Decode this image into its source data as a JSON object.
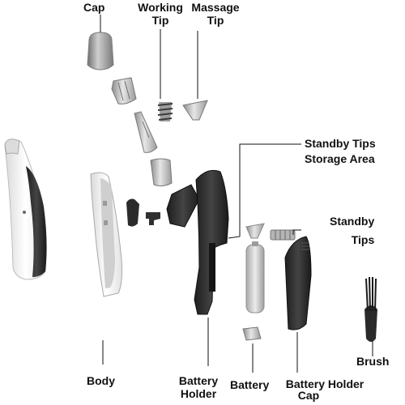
{
  "labels": {
    "cap": "Cap",
    "working_tip": [
      "Working",
      "Tip"
    ],
    "massage_tip": [
      "Massage",
      "Tip"
    ],
    "standby_storage": [
      "Standby Tips",
      "Storage Area"
    ],
    "standby_tips": [
      "Standby",
      "Tips"
    ],
    "brush": "Brush",
    "body": "Body",
    "battery_holder": [
      "Battery",
      "Holder"
    ],
    "battery": "Battery",
    "battery_holder_cap": [
      "Battery Holder",
      "Cap"
    ]
  },
  "colors": {
    "body_white": "#f4f4f4",
    "body_black": "#2b2b2b",
    "metal": "#b9b9b9",
    "leader_line": "#111111"
  }
}
